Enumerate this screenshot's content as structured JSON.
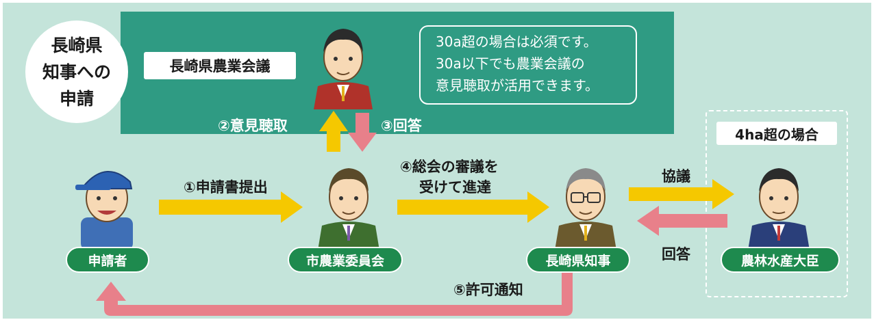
{
  "badge": {
    "lines": [
      "長崎県",
      "知事への",
      "申請"
    ]
  },
  "council": {
    "label": "長崎県農業会議",
    "note_lines": [
      "30a超の場合は必須です。",
      "30a以下でも農業会議の",
      "意見聴取が活用できます。"
    ]
  },
  "steps": {
    "submit": "①申請書提出",
    "hearing": "②意見聴取",
    "reply": "③回答",
    "forward_line1": "④総会の審議を",
    "forward_line2": "受けて進達",
    "permit": "⑤許可通知"
  },
  "minister_section": {
    "tag": "4ha超の場合",
    "consult": "協議",
    "answer": "回答"
  },
  "roles": {
    "applicant": "申請者",
    "city_committee": "市農業委員会",
    "governor": "長崎県知事",
    "minister": "農林水産大臣"
  },
  "colors": {
    "background": "#c4e4da",
    "council_panel": "#2f9b83",
    "arrow_yellow": "#f5c800",
    "arrow_pink": "#e8808a",
    "role_pill": "#1e8a4e"
  },
  "icons": {
    "applicant": "person-cap-icon",
    "council": "person-red-jacket-icon",
    "city_committee": "person-green-jacket-icon",
    "governor": "person-glasses-icon",
    "minister": "person-blue-suit-icon"
  }
}
